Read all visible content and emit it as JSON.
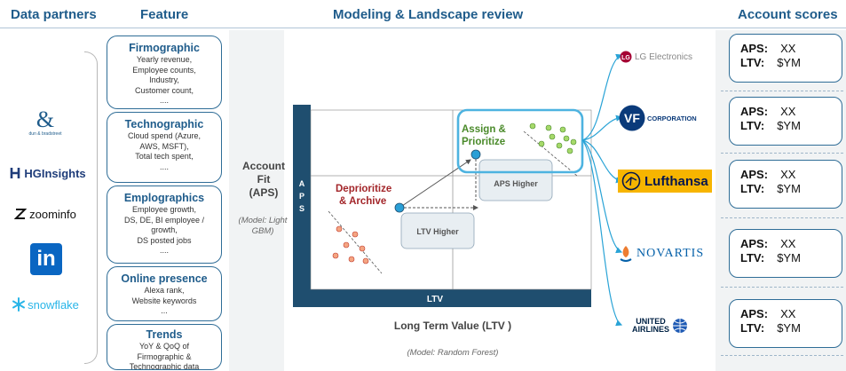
{
  "headers": {
    "data_partners": "Data partners",
    "feature": "Feature",
    "modeling": "Modeling & Landscape review",
    "account_scores": "Account scores"
  },
  "partners": [
    {
      "name": "dun & bradstreet",
      "icon": "dnb-ampersand-icon",
      "color": "#1f5c8b"
    },
    {
      "name": "HGInsights",
      "icon": "hg-insights-icon",
      "color": "#1f3d7a"
    },
    {
      "name": "zoominfo",
      "icon": "zoominfo-icon",
      "color": "#111111"
    },
    {
      "name": "in",
      "icon": "linkedin-icon",
      "color": "#0a66c2"
    },
    {
      "name": "snowflake",
      "icon": "snowflake-icon",
      "color": "#29b5e8"
    }
  ],
  "features": [
    {
      "title": "Firmographic",
      "desc": [
        "Yearly revenue,",
        "Employee counts,",
        "Industry,",
        "Customer count,",
        "...."
      ]
    },
    {
      "title": "Technographic",
      "desc": [
        "Cloud spend (Azure,",
        "AWS, MSFT),",
        "Total tech spent,",
        "...."
      ]
    },
    {
      "title": "Emplographics",
      "desc": [
        "Employee growth,",
        "DS, DE, BI employee /",
        "growth,",
        "DS posted jobs",
        "...."
      ]
    },
    {
      "title": "Online presence",
      "desc": [
        "Alexa rank,",
        "Website keywords",
        "..."
      ]
    },
    {
      "title": "Trends",
      "desc": [
        "YoY & QoQ of",
        "Firmographic &",
        "Technographic data"
      ]
    }
  ],
  "chart": {
    "y_axis_title": "Account\nFit\n(APS)",
    "y_model": "(Model: Light\nGBM)",
    "y_axis_letters": "A\nP\nS",
    "x_axis_letters": "LTV",
    "x_axis_title": "Long Term Value (LTV )",
    "x_model": "(Model: Random Forest)",
    "quadrant_top_right": "Assign &\nPrioritize",
    "quadrant_bottom_left": "Deprioritize\n& Archive",
    "aps_higher": "APS Higher",
    "ltv_higher": "LTV Higher",
    "colors": {
      "green_dot": "#7fc97f",
      "red_dot": "#e06666",
      "axis": "#1f4e6f",
      "highlight": "#4db3e0",
      "deprioritize_text": "#a3262a",
      "assign_text": "#4a8a2a"
    }
  },
  "companies": [
    {
      "name": "LG Electronics",
      "icon": "lg-logo-icon",
      "color": "#a50034"
    },
    {
      "name": "CORPORATION",
      "icon": "vf-logo-icon",
      "color": "#0a3a7a"
    },
    {
      "name": "Lufthansa",
      "icon": "lufthansa-crane-icon",
      "color": "#05164d"
    },
    {
      "name": "NOVARTIS",
      "icon": "novartis-flame-icon",
      "color": "#0460a9"
    },
    {
      "name": "UNITED\nAIRLINES",
      "icon": "united-globe-icon",
      "color": "#002244"
    }
  ],
  "scores": [
    {
      "aps_label": "APS:",
      "aps": "XX",
      "ltv_label": "LTV:",
      "ltv": "$YM"
    },
    {
      "aps_label": "APS:",
      "aps": "XX",
      "ltv_label": "LTV:",
      "ltv": "$YM"
    },
    {
      "aps_label": "APS:",
      "aps": "XX",
      "ltv_label": "LTV:",
      "ltv": "$YM"
    },
    {
      "aps_label": "APS:",
      "aps": "XX",
      "ltv_label": "LTV:",
      "ltv": "$YM"
    },
    {
      "aps_label": "APS:",
      "aps": "XX",
      "ltv_label": "LTV:",
      "ltv": "$YM"
    }
  ]
}
